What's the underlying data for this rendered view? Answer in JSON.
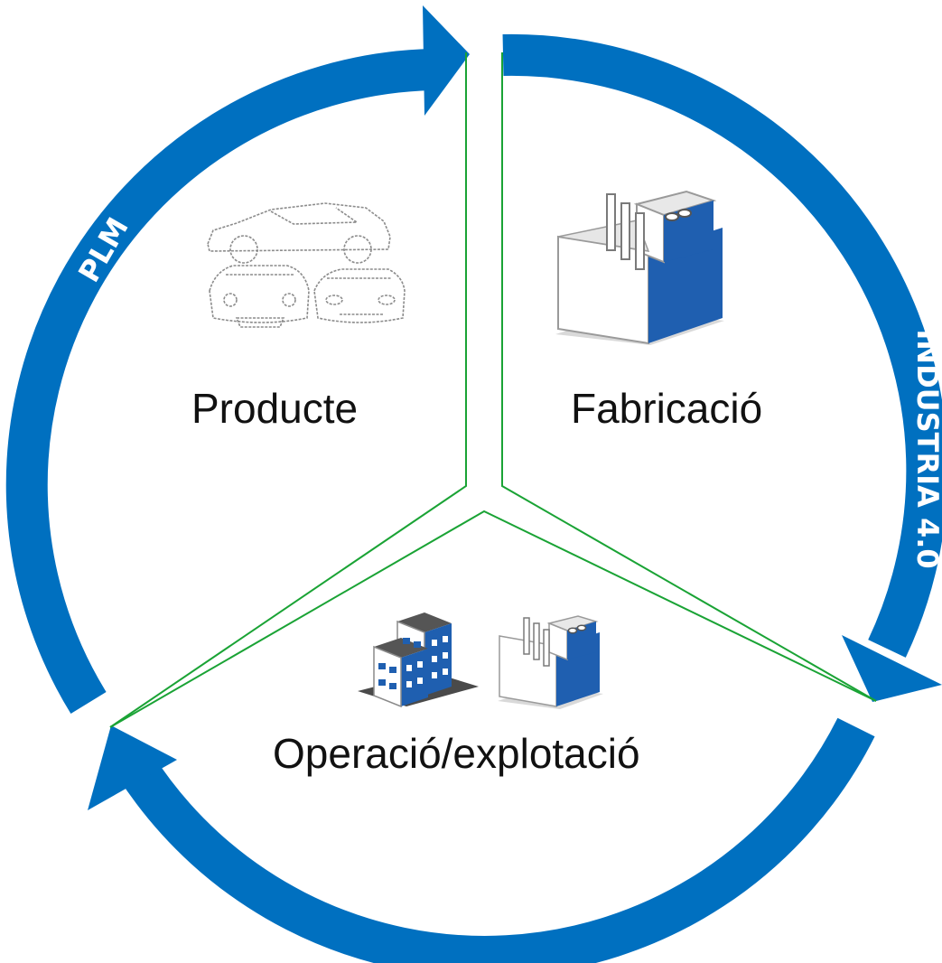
{
  "diagram": {
    "segments": {
      "producte": "Producte",
      "fabricacio": "Fabricació",
      "operacio": "Operació/explotació"
    },
    "ring_labels": {
      "plm": "PLM",
      "industria": "INDUSTRIA 4.0"
    },
    "icons": {
      "car": "car-sketch-icon",
      "factory": "factory-icon",
      "building": "office-building-icon"
    },
    "colors": {
      "arrow": "#0070c0",
      "divider": "#1aa335",
      "factory_blue": "#1f5fb0"
    }
  }
}
